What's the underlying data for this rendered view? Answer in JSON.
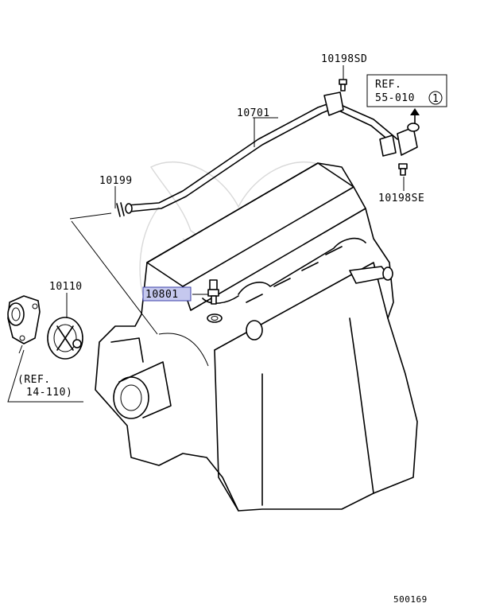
{
  "labels": {
    "l10198sd": "10198SD",
    "l10701": "10701",
    "l10199": "10199",
    "l10110": "10110",
    "l10801": "10801",
    "l10198se": "10198SE",
    "ref_top_1": "REF.",
    "ref_top_2": "55-010",
    "ref_top_circle": "1",
    "ref_left_1": "(REF.",
    "ref_left_2": "14-110)",
    "diagram_number": "500169"
  },
  "colors": {
    "highlight_fill": "#c5c8ee",
    "highlight_stroke": "#3b3fa8",
    "watermark": "#d9d9d9"
  }
}
